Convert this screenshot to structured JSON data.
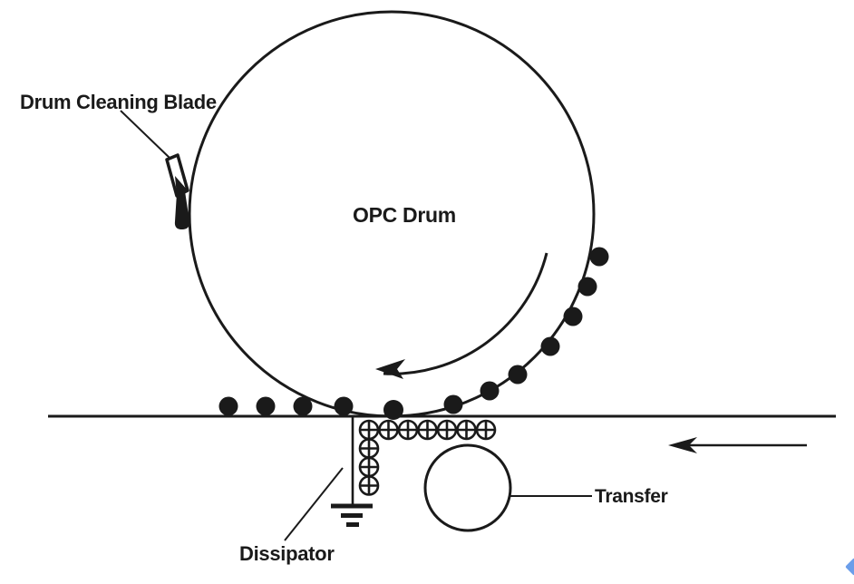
{
  "diagram": {
    "labels": {
      "drum_cleaning_blade": "Drum Cleaning Blade",
      "opc_drum": "OPC Drum",
      "dissipator": "Dissipator",
      "transfer": "Transfer"
    },
    "colors": {
      "ink": "#1a1a1a",
      "background": "#ffffff",
      "corner_fragment_blue": "#5b93e8"
    },
    "symbols": {
      "toner_dot_count": 12,
      "positive_charge_count": 10,
      "drum_rotation": "clockwise (arrow points left along bottom inside of drum)",
      "paper_direction": "arrow points left (paper moves right to left)"
    }
  }
}
